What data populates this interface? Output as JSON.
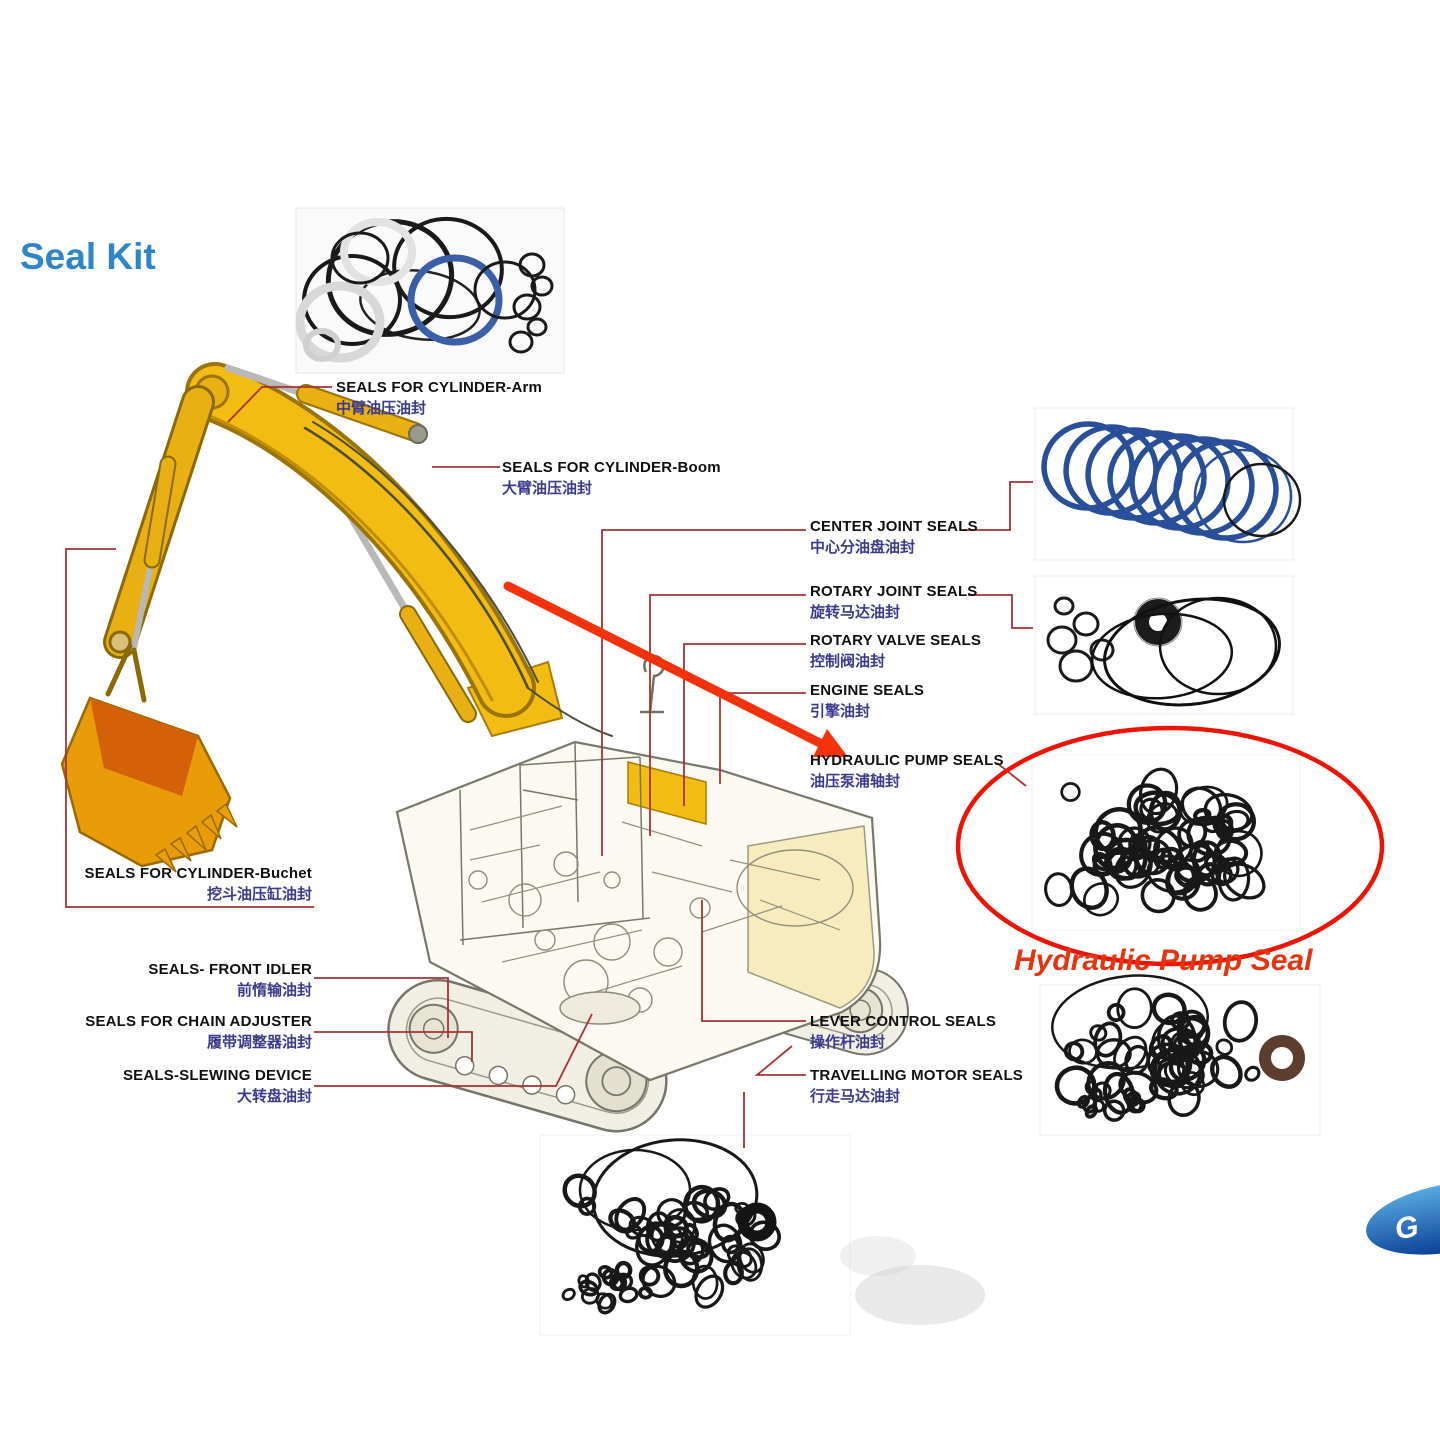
{
  "title": "Seal Kit",
  "annotation": {
    "hydraulic_pump_highlight": "Hydraulic Pump Seal"
  },
  "labels": {
    "cylinder_arm": {
      "en": "SEALS FOR CYLINDER-Arm",
      "zh": "中臂油压油封"
    },
    "cylinder_boom": {
      "en": "SEALS FOR CYLINDER-Boom",
      "zh": "大臂油压油封"
    },
    "center_joint": {
      "en": "CENTER JOINT SEALS",
      "zh": "中心分油盘油封"
    },
    "rotary_joint": {
      "en": "ROTARY JOINT SEALS",
      "zh": "旋转马达油封"
    },
    "rotary_valve": {
      "en": "ROTARY VALVE SEALS",
      "zh": "控制阀油封"
    },
    "engine": {
      "en": "ENGINE SEALS",
      "zh": "引擎油封"
    },
    "hydraulic_pump": {
      "en": "HYDRAULIC PUMP SEALS",
      "zh": "油压泵浦轴封"
    },
    "cylinder_bucket": {
      "en": "SEALS FOR CYLINDER-Buchet",
      "zh": "挖斗油压缸油封"
    },
    "front_idler": {
      "en": "SEALS- FRONT IDLER",
      "zh": "前惰输油封"
    },
    "chain_adjuster": {
      "en": "SEALS FOR CHAIN ADJUSTER",
      "zh": "履带调整器油封"
    },
    "slewing_device": {
      "en": "SEALS-SLEWING DEVICE",
      "zh": "大转盘油封"
    },
    "lever_control": {
      "en": "LEVER CONTROL SEALS",
      "zh": "操作杆油封"
    },
    "travelling_motor": {
      "en": "TRAVELLING MOTOR SEALS",
      "zh": "行走马达油封"
    }
  },
  "logo": {
    "visible_text": "G"
  },
  "colors": {
    "title_blue": "#2e86c8",
    "label_english": "#101010",
    "label_chinese": "#3b3b8e",
    "connector_red": "#a83232",
    "highlight_red": "#ee1404",
    "excavator_yellow": "#f2bc13",
    "seal_ring_black": "#1a1a1a",
    "seal_ring_blue": "#2a4f9a"
  }
}
